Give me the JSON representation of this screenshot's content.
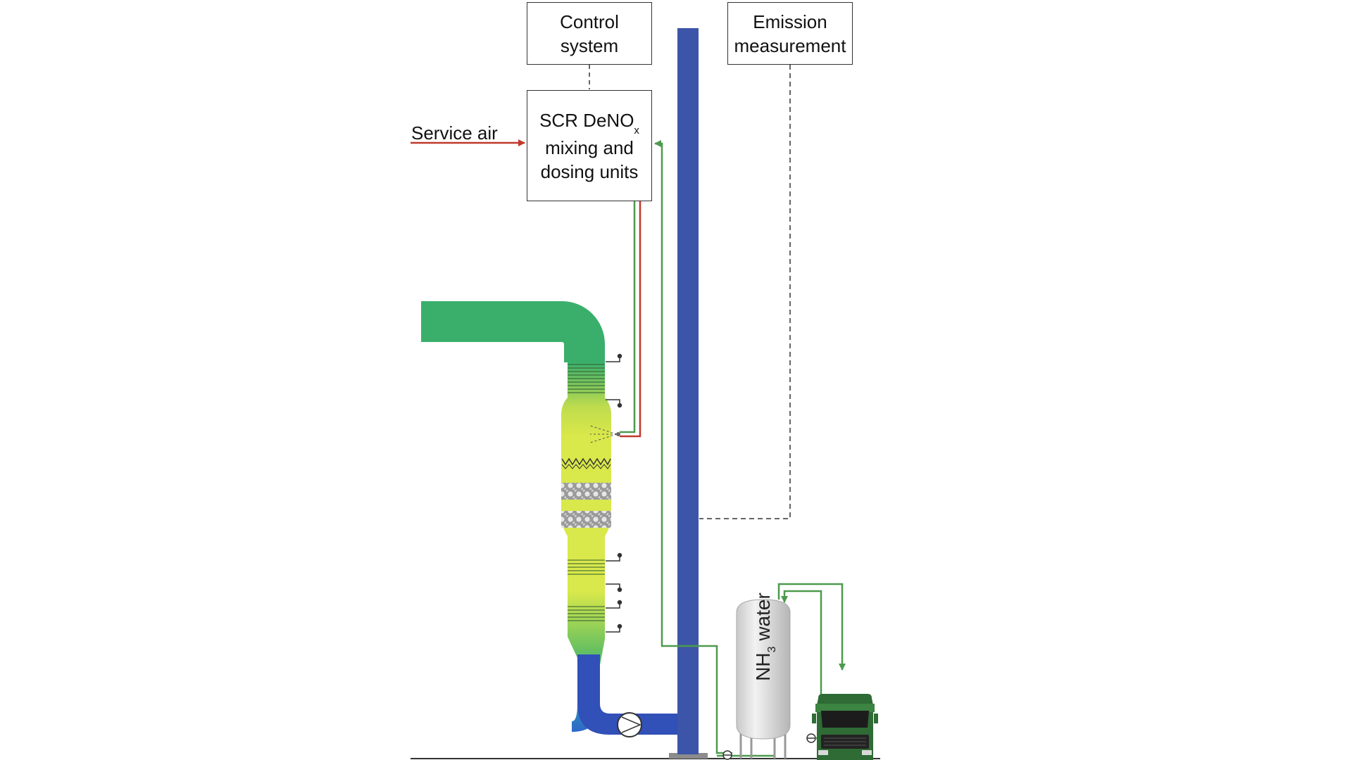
{
  "boxes": {
    "control_system": {
      "line1": "Control",
      "line2": "system"
    },
    "emission_measurement": {
      "line1": "Emission",
      "line2": "measurement"
    },
    "scr_unit": {
      "line1_main": "SCR DeNO",
      "line1_sub": "x",
      "line2": "mixing and",
      "line3": "dosing units"
    }
  },
  "labels": {
    "service_air": "Service air",
    "tank_main": "NH",
    "tank_sub": "3",
    "tank_rest": " water"
  },
  "colors": {
    "duct_green": "#3aaf6c",
    "scrubber_yellow": "#d9e84a",
    "stack_blue": "#3d55a8",
    "line_green": "#4d9a4d",
    "line_red": "#c0392b",
    "truck_green": "#2f6b35",
    "tank_gray": "#d8d8d8"
  },
  "icons": [
    "pump-icon",
    "valve-icon",
    "truck-icon",
    "ammonia-tank-icon",
    "spray-nozzle-icon",
    "catalyst-layer-icon",
    "sensor-probe-icon"
  ]
}
